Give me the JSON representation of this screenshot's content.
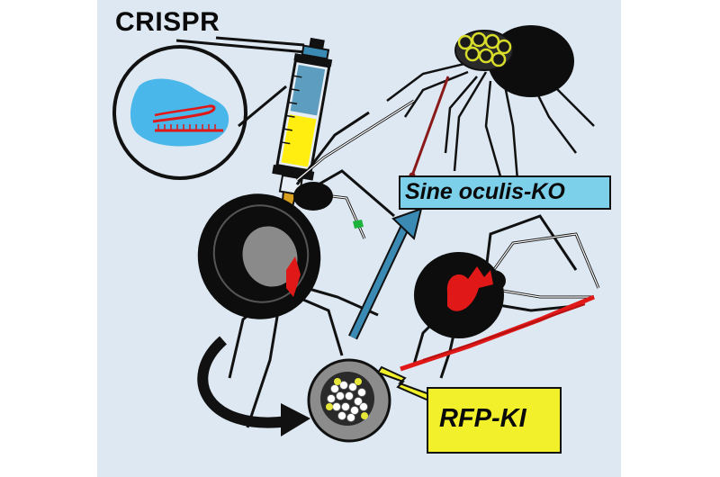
{
  "labels": {
    "crispr": "CRISPR",
    "knockout": "Sine oculis-KO",
    "knockin": "RFP-KI"
  },
  "colors": {
    "background": "#dde8f2",
    "knockout_box": "#7dd0ea",
    "knockin_box": "#f2f02b",
    "spider_body": "#0d0d0d",
    "red_mark": "#e01818",
    "dark_red_pointer": "#8a1a1a",
    "arrow_blue": "#3b8ab3",
    "syringe_yellow": "#ffee10",
    "plasmid_blue": "#49b7ea"
  },
  "icons": [
    "syringe-icon",
    "plasmid-icon",
    "spider-icon",
    "egg-sac-icon",
    "arrow-icon"
  ]
}
